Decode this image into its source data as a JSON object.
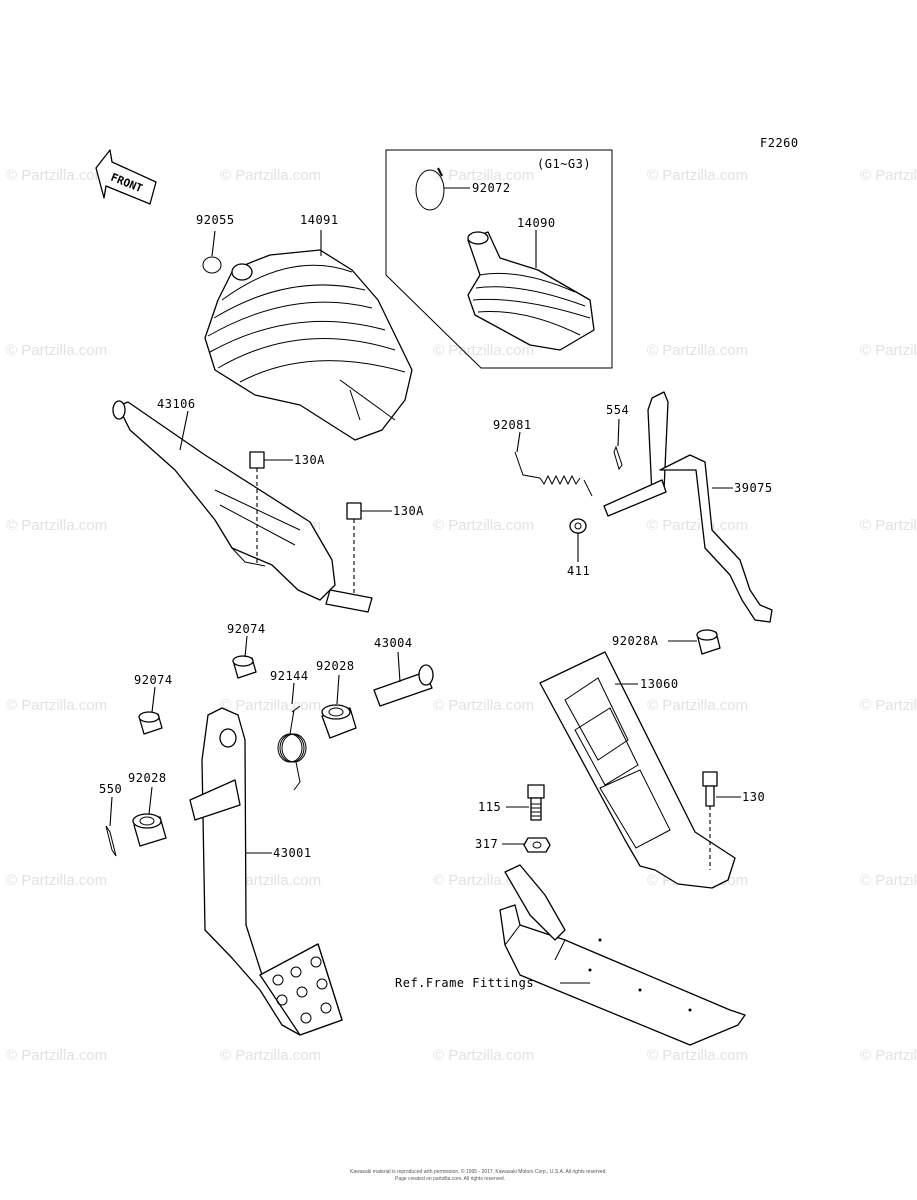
{
  "figure_code": "F2260",
  "watermark": "© Partzilla.com",
  "front_label": "FRONT",
  "variant_label": "(G1~G3)",
  "parts": {
    "p92055": "92055",
    "p14091": "14091",
    "p92072": "92072",
    "p14090": "14090",
    "p43106": "43106",
    "p130A_1": "130A",
    "p130A_2": "130A",
    "p92081": "92081",
    "p554": "554",
    "p39075": "39075",
    "p411": "411",
    "p92074_1": "92074",
    "p92074_2": "92074",
    "p43004": "43004",
    "p92144": "92144",
    "p92028_1": "92028",
    "p92028A": "92028A",
    "p13060": "13060",
    "p550": "550",
    "p92028_2": "92028",
    "p115": "115",
    "p130": "130",
    "p317": "317",
    "p43001": "43001",
    "ref_frame": "Ref.Frame Fittings"
  },
  "footer": {
    "line1": "Kawasaki material is reproduced with permission. © 1995 - 2017, Kawasaki Motors Corp., U.S.A. All rights reserved.",
    "line2": "Page created on partzilla.com. All rights reserved."
  }
}
